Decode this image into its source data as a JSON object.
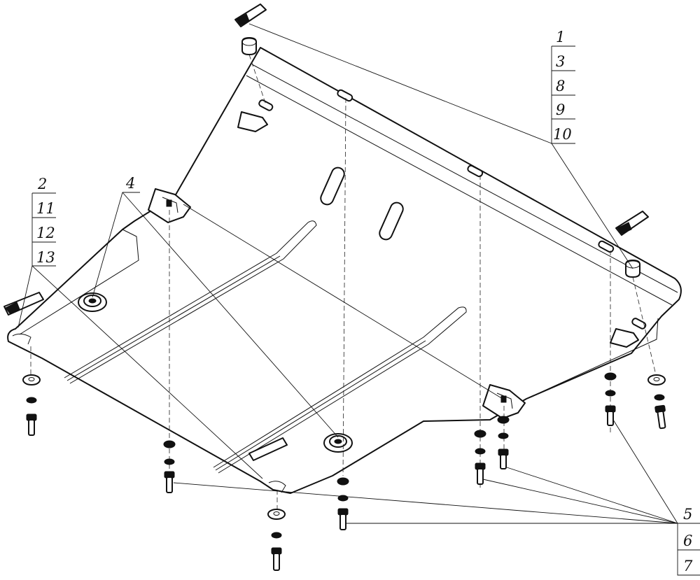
{
  "callout_groups": {
    "top_right": [
      "1",
      "3",
      "8",
      "9",
      "10"
    ],
    "left": [
      "2",
      "11",
      "12",
      "13"
    ],
    "plate": [
      "4"
    ],
    "bottom_right": [
      "5",
      "6",
      "7"
    ]
  },
  "colors": {
    "line": "#111111",
    "background": "#ffffff"
  }
}
